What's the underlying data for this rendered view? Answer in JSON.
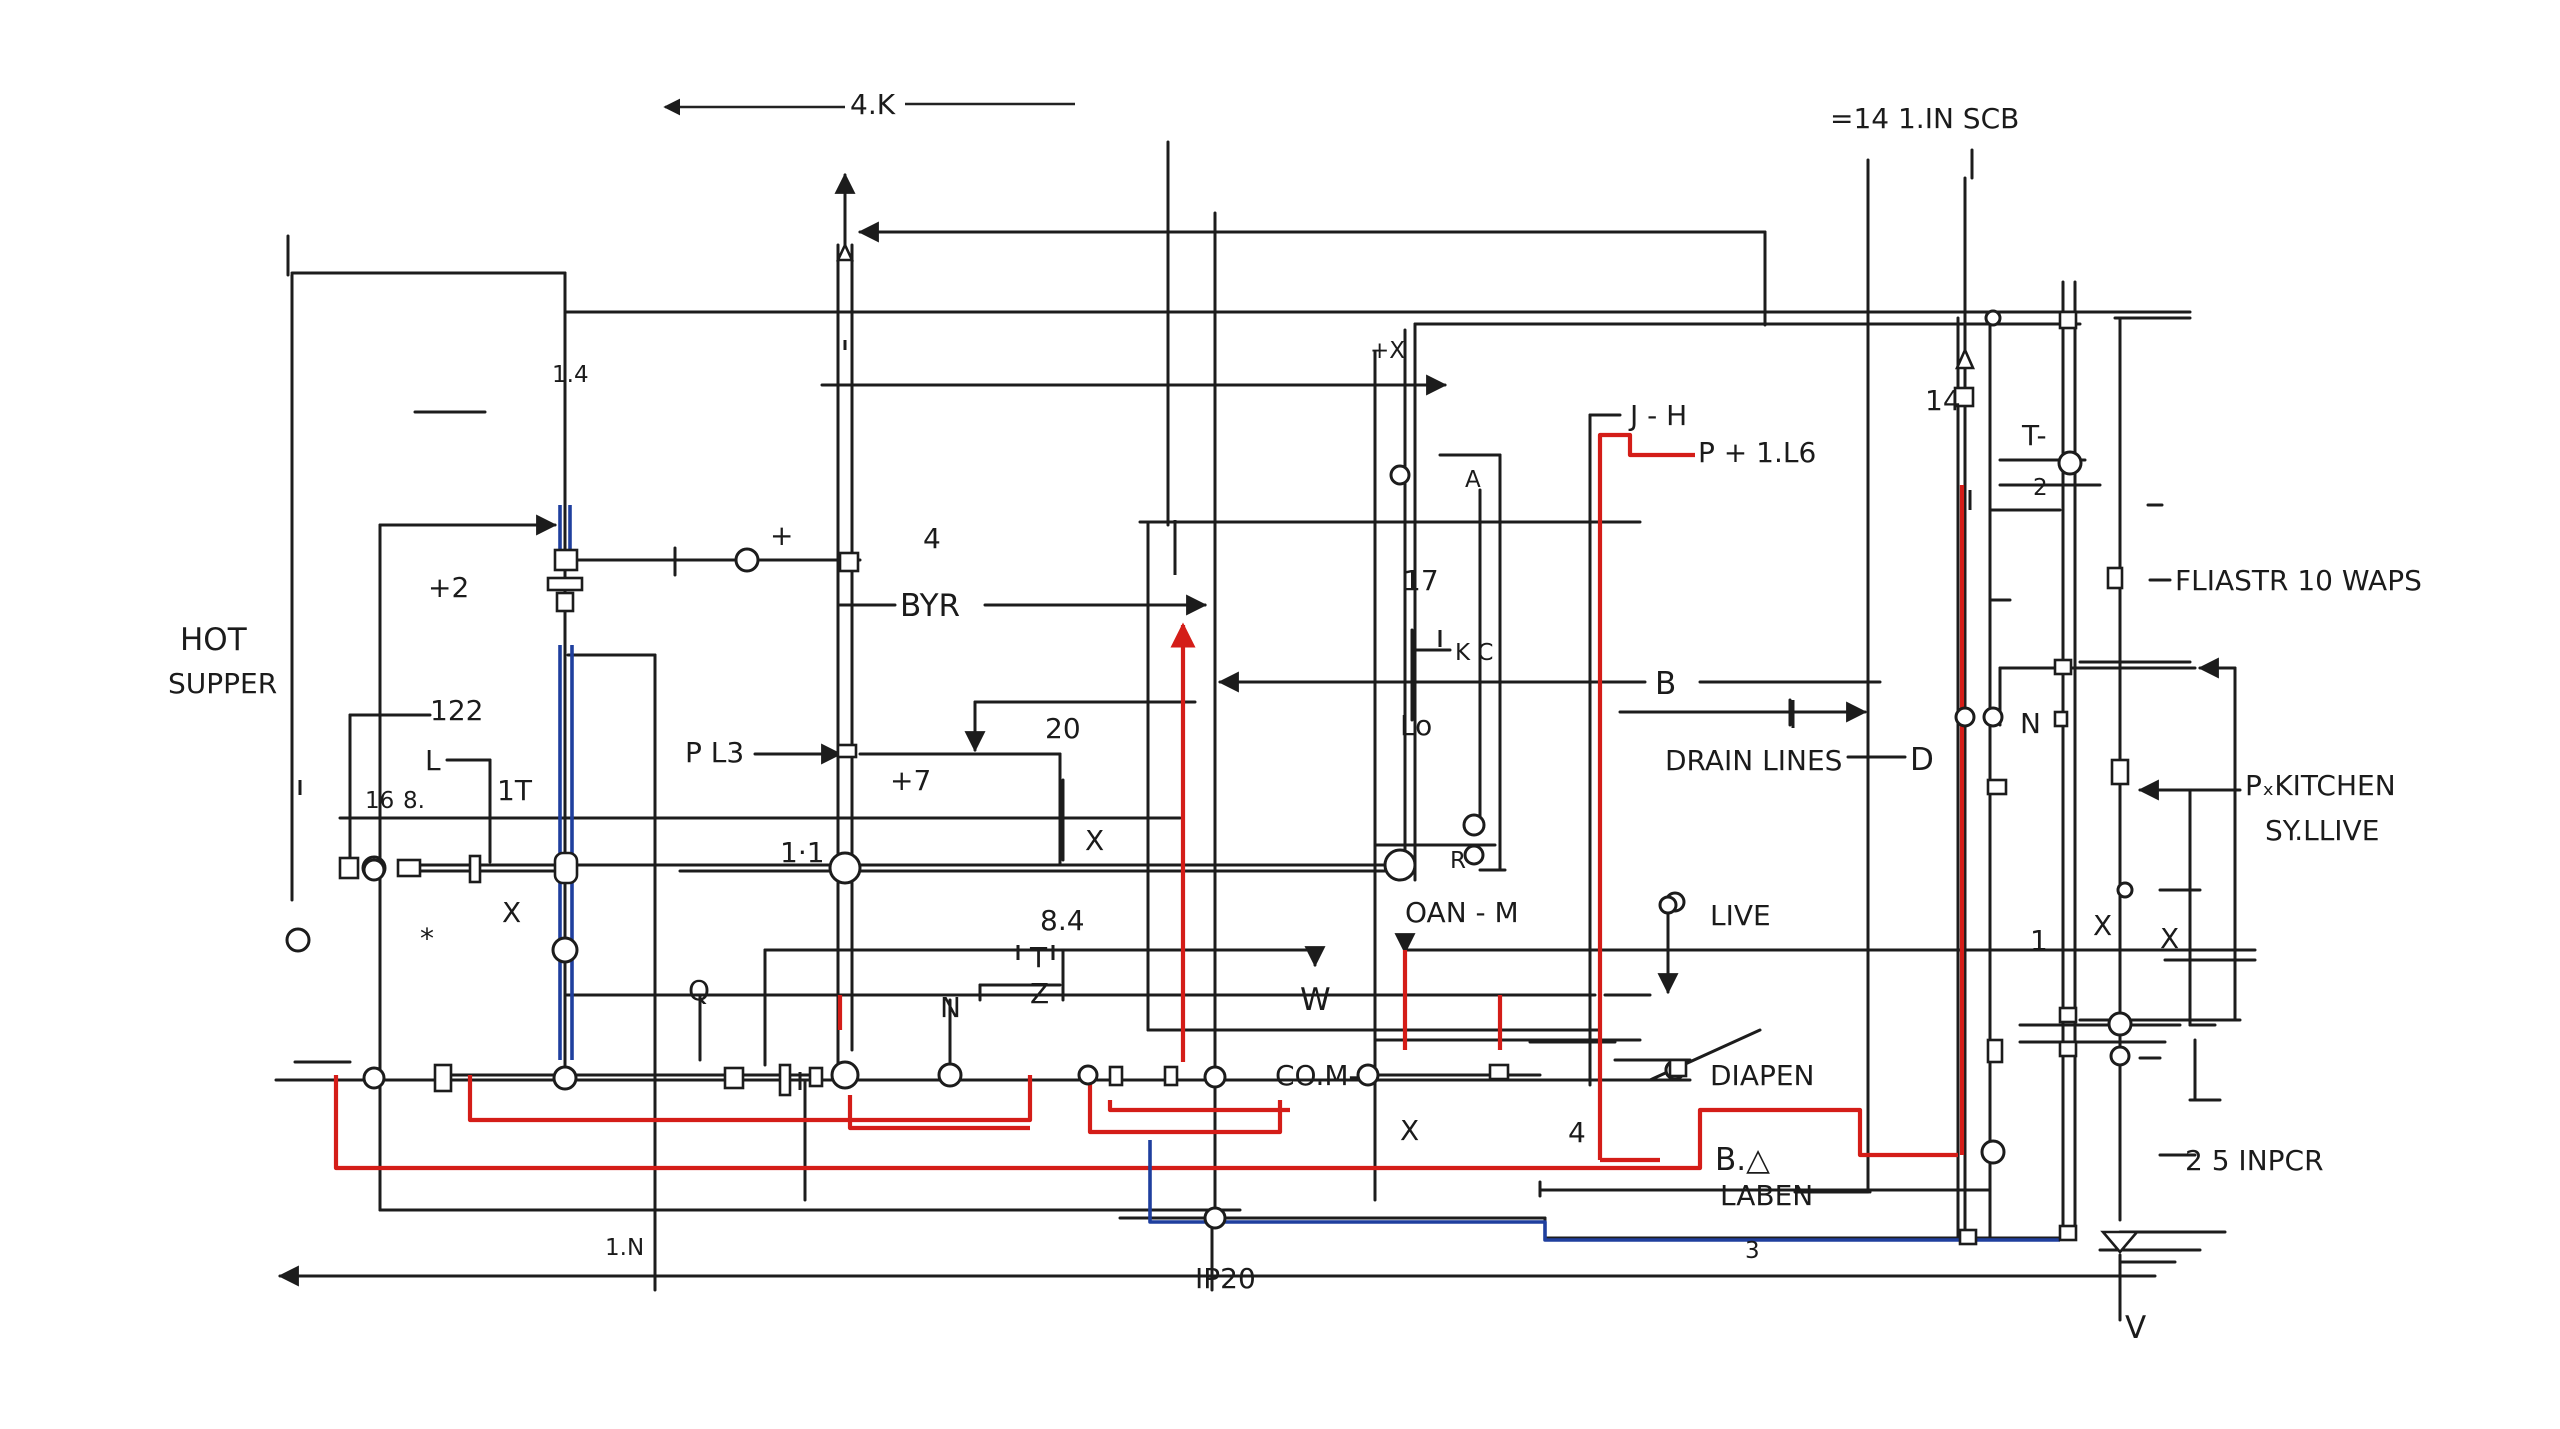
{
  "diagram": {
    "labels": {
      "top_dim": "4.K",
      "top_right": "=14 1.IN SCB",
      "hot_supply_1": "HOT",
      "hot_supply_2": "SUPPER",
      "l_1_4": "1.4",
      "plus_2": "+2",
      "n_122": "122",
      "l_L": "L",
      "n_16": "16",
      "n_8": "8.",
      "n_1T": "1T",
      "plus_top": "+",
      "n_4": "4",
      "byr": "BYR",
      "p_ls": "P L3",
      "n_20": "20",
      "n_7": "+7",
      "x_mid": "X",
      "x_left": "X",
      "n_84": "8.4",
      "star": "*",
      "n_11": "1·1",
      "q_mark": "Q",
      "n_N": "N",
      "t_mark": "T",
      "z_mark": "Z",
      "w_mark": "W",
      "plus_x": "+X",
      "a_mark": "A",
      "n_17": "17",
      "kc": "K C",
      "lo": "Lo",
      "r_mark": "R",
      "oan_m": "OAN - M",
      "j_h": "J - H",
      "p_l66": "P + 1.L6",
      "b_mark": "B",
      "drain_lines": "DRAIN LINES",
      "d_mark": "D",
      "live": "LIVE",
      "one_arrow": "1",
      "n_14": "14",
      "t_dash": "T-",
      "n_2": "2",
      "flastr": "FLIASTR 10 WAPS",
      "n_N2": "N",
      "kitchen_1": "PₓKITCHEN",
      "kitchen_2": "SY.LLIVE",
      "x_right1": "X",
      "x_right2": "X",
      "n_1a": "1",
      "co_m": "CO.M-",
      "diapen": "DIAPEN",
      "ba": "B.△",
      "laben": "LABEN",
      "n_25": "2 5 INPCR",
      "n_1n": "1.N",
      "ip20": "IP20",
      "n_3": "3",
      "x_bottom": "X",
      "v_mark": "V",
      "n_4b": "4"
    },
    "colors": {
      "line": "#1c1c1c",
      "hot_water": "#d41d18",
      "cold_water": "#1f3f9e",
      "background": "#ffffff"
    }
  }
}
